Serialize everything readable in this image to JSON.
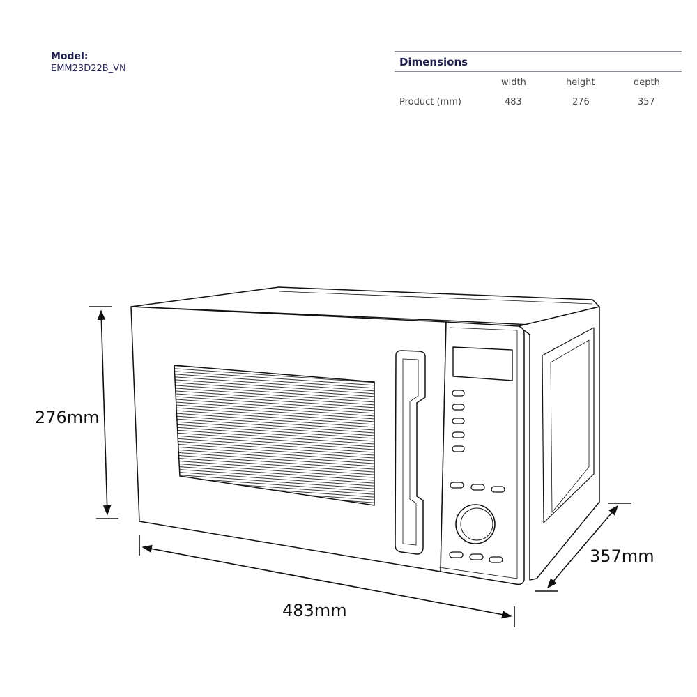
{
  "model": {
    "label": "Model:",
    "value": "EMM23D22B_VN"
  },
  "dimensions": {
    "title": "Dimensions",
    "columns": [
      "width",
      "height",
      "depth"
    ],
    "row": {
      "label": "Product (mm)",
      "width": "483",
      "height": "276",
      "depth": "357"
    }
  },
  "drawing": {
    "height_label": "276mm",
    "width_label": "483mm",
    "depth_label": "357mm"
  }
}
